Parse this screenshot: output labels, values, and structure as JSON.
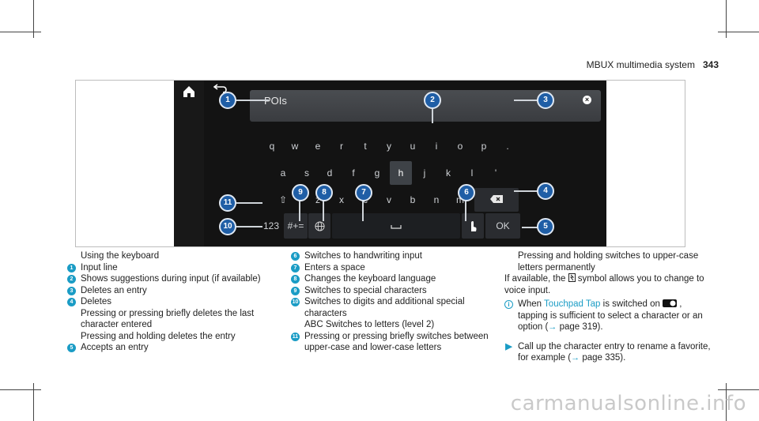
{
  "header": {
    "title": "MBUX multimedia system",
    "page": "343"
  },
  "screen": {
    "input_text": "POIs",
    "clear_icon": "×",
    "row1": [
      "q",
      "w",
      "e",
      "r",
      "t",
      "y",
      "u",
      "i",
      "o",
      "p",
      "."
    ],
    "row2": [
      "a",
      "s",
      "d",
      "f",
      "g",
      "h",
      "j",
      "k",
      "l",
      "'"
    ],
    "row3": [
      "⇧",
      "z",
      "x",
      "c",
      "v",
      "b",
      "n",
      "m"
    ],
    "digits_label": "123",
    "special_label": "#+=",
    "ok_label": "OK",
    "highlight_color": "#3e4247",
    "callout_color": "#1f5ea6",
    "callouts": [
      "1",
      "2",
      "3",
      "4",
      "5",
      "6",
      "7",
      "8",
      "9",
      "10",
      "11"
    ]
  },
  "legend": {
    "intro": "Using the keyboard",
    "items": [
      {
        "n": "1",
        "text": "Input line"
      },
      {
        "n": "2",
        "text": "Shows suggestions during input (if available)"
      },
      {
        "n": "3",
        "text": "Deletes an entry"
      },
      {
        "n": "4",
        "text": "Deletes"
      },
      {
        "n": "5",
        "text": "Accepts an entry"
      },
      {
        "n": "6",
        "text": "Switches to handwriting input"
      },
      {
        "n": "7",
        "text": "Enters a space"
      },
      {
        "n": "8",
        "text": "Changes the keyboard language"
      },
      {
        "n": "9",
        "text": "Switches to special characters"
      },
      {
        "n": "10",
        "text": "Switches to digits and additional special characters"
      },
      {
        "n": "11",
        "text": "Pressing or pressing briefly switches between upper-case and lower-case letters"
      }
    ],
    "item4_detail1": "Pressing or pressing briefly deletes the last character entered",
    "item4_detail2": "Pressing and holding deletes the entry",
    "item10_detail": "ABC Switches to letters (level 2)",
    "col3_top": "Pressing and holding switches to upper-case letters permanently",
    "col3_if_prefix": "If available, the",
    "col3_if_suffix": "symbol allows you to change to voice input.",
    "info_when": "When",
    "info_setting": "Touchpad Tap",
    "info_rest_a": "is switched on",
    "info_rest_b": ", tapping is sufficient to select a character or an option (",
    "info_page": "page 319).",
    "action_text": "Call up the character entry to rename a favorite, for example (",
    "action_page": "page 335).",
    "accent": "#1a9cc5"
  },
  "watermark": "carmanualsonline.info"
}
